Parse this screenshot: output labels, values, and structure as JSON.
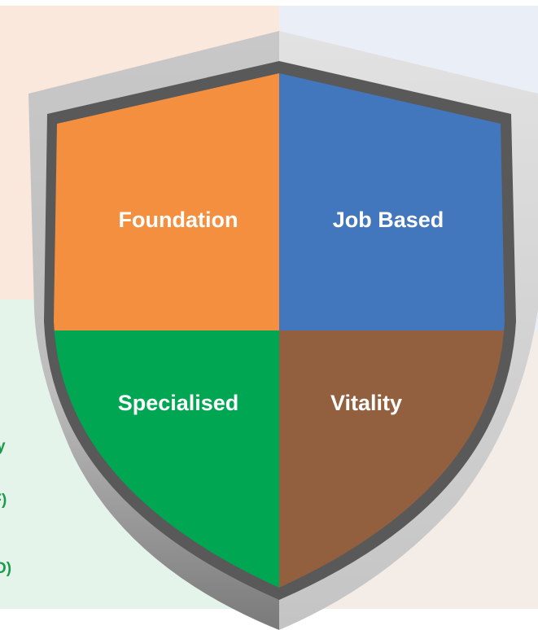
{
  "quadrants": {
    "top_left": {
      "label": "Foundation",
      "color": "#f58f40"
    },
    "top_right": {
      "label": "Job Based",
      "color": "#4377bd"
    },
    "bottom_left": {
      "label": "Specialised",
      "color": "#00a651"
    },
    "bottom_right": {
      "label": "Vitality",
      "color": "#93603f"
    }
  },
  "side_text": {
    "line1": "y",
    "line2": "CSF)",
    "line3": "D)"
  },
  "colors": {
    "shield_frame": "#a6a6a6",
    "shield_frame_light": "#d9d9d9",
    "shield_inner_border": "#595959",
    "side_text": "#1a9a4a"
  }
}
